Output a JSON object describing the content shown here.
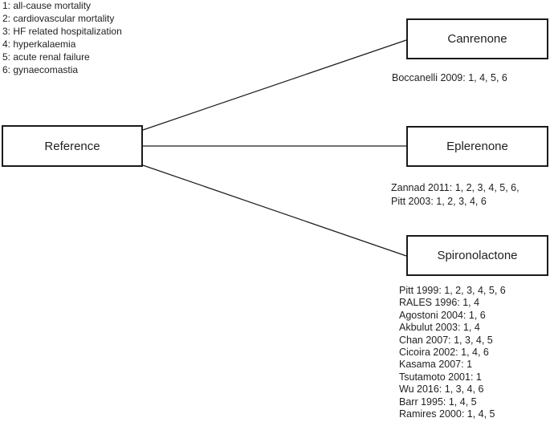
{
  "legend": {
    "items": [
      "1: all-cause mortality",
      "2: cardiovascular mortality",
      "3: HF related hospitalization",
      "4: hyperkalaemia",
      "5: acute renal failure",
      "6: gynaecomastia"
    ]
  },
  "reference_node": {
    "label": "Reference"
  },
  "drugs": [
    {
      "name": "Canrenone",
      "studies": [
        "Boccanelli 2009: 1, 4, 5, 6"
      ]
    },
    {
      "name": "Eplerenone",
      "studies": [
        "Zannad 2011: 1, 2, 3, 4, 5, 6,",
        "Pitt 2003: 1, 2, 3, 4, 6"
      ]
    },
    {
      "name": "Spironolactone",
      "studies": [
        "Pitt 1999: 1, 2, 3, 4, 5, 6",
        "RALES 1996: 1, 4",
        "Agostoni 2004: 1, 6",
        "Akbulut 2003: 1, 4",
        "Chan 2007: 1, 3, 4, 5",
        "Cicoira 2002: 1, 4, 6",
        "Kasama 2007: 1",
        "Tsutamoto 2001: 1",
        "Wu 2016: 1, 3, 4, 6",
        "Barr 1995: 1, 4, 5",
        "Ramires 2000: 1, 4, 5"
      ]
    }
  ],
  "colors": {
    "background": "#ffffff",
    "text": "#1f1f1f",
    "border": "#1a1a1a"
  }
}
